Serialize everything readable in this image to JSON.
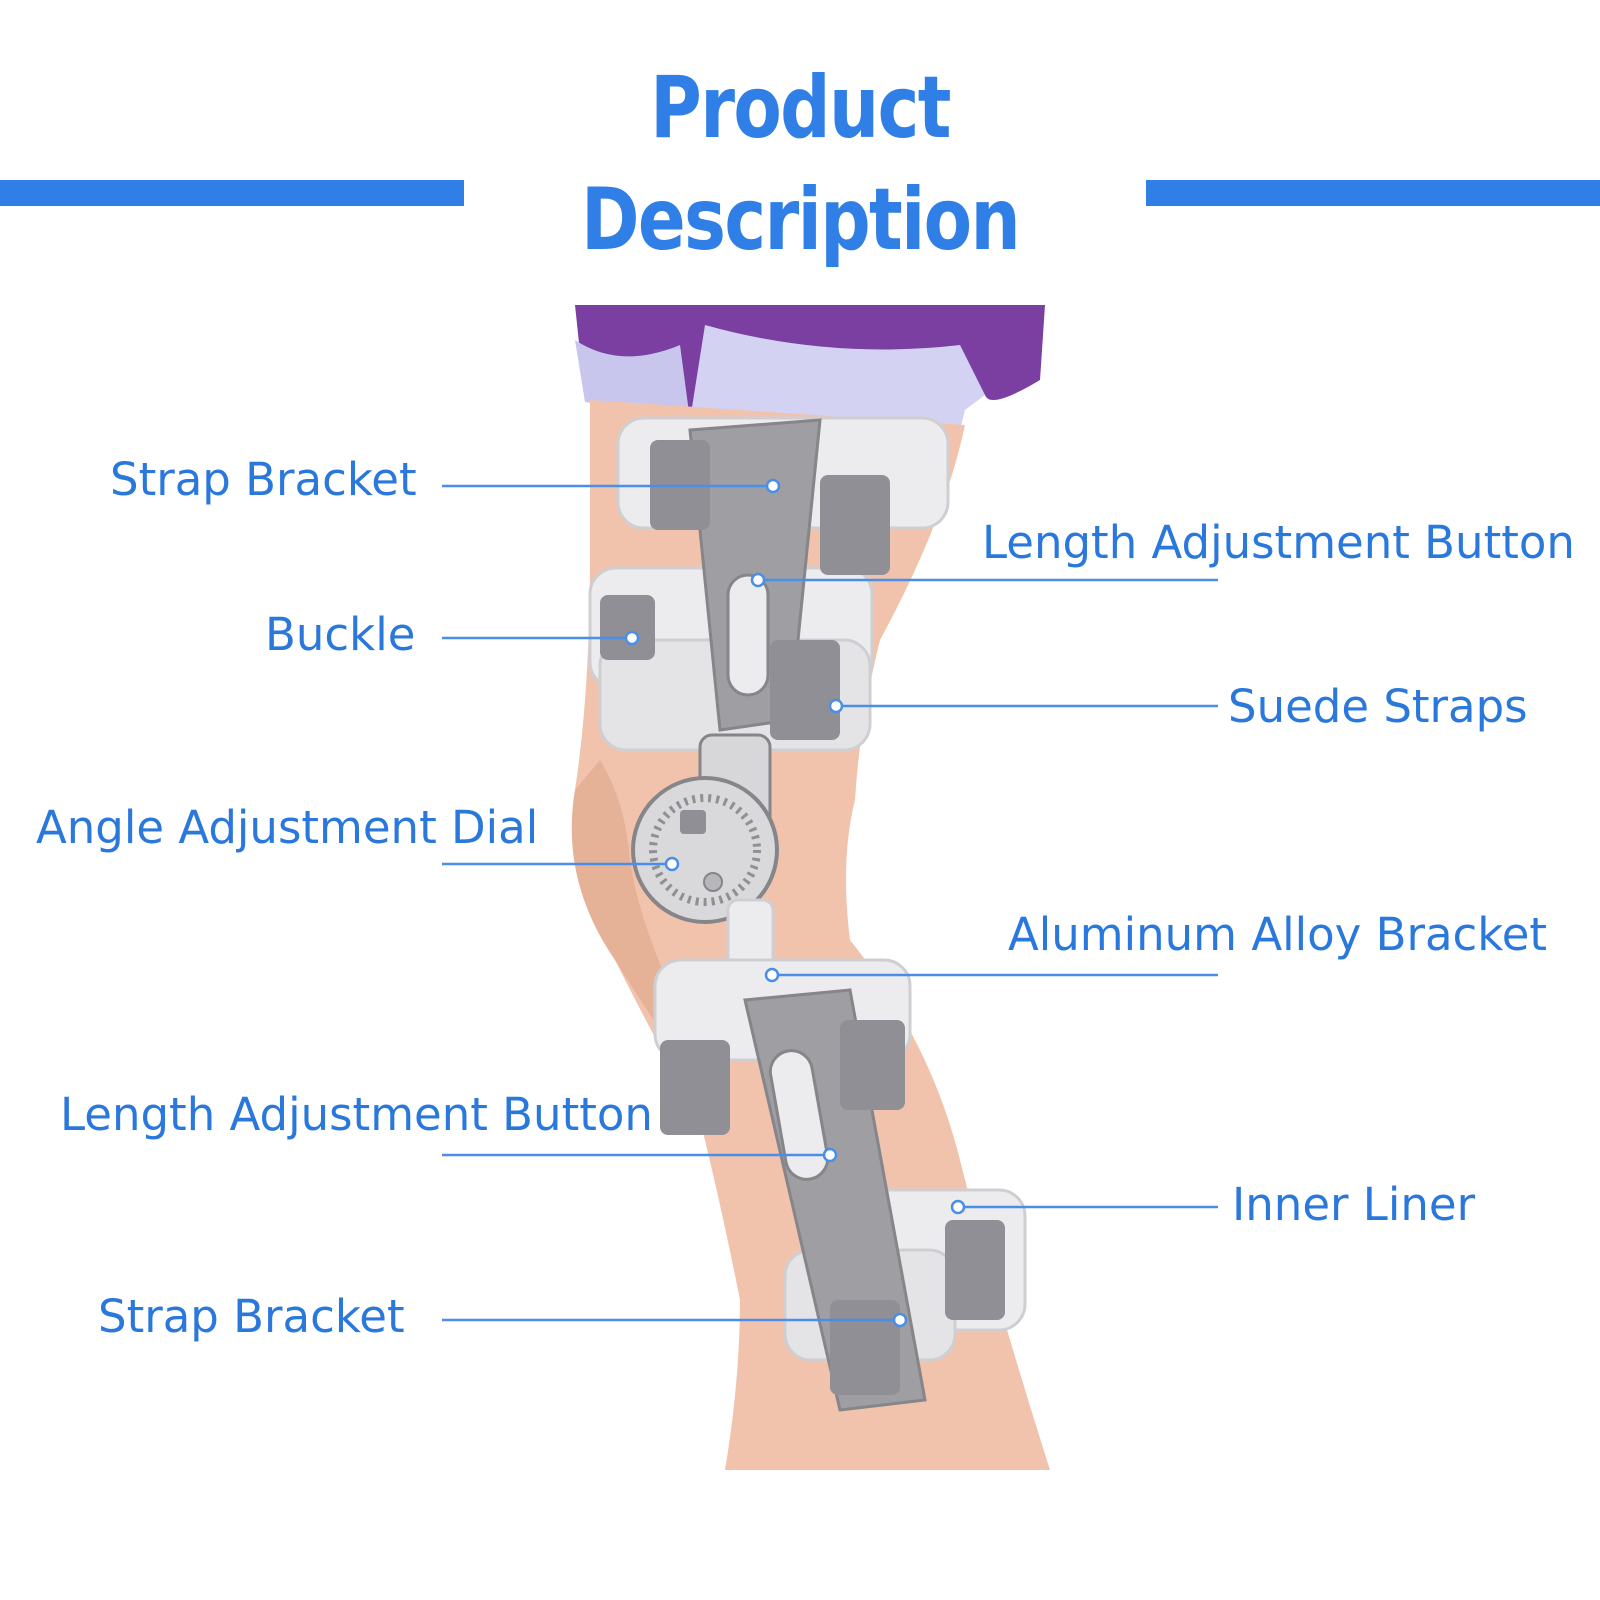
{
  "header": {
    "title_line1": "Product",
    "title_line2": "Description"
  },
  "colors": {
    "accent": "#2f7fe6",
    "label_text": "#2a78dc",
    "leader_line": "#4a8ee8",
    "shorts": "#7a3fa0",
    "skin": "#f1c3ac",
    "brace_gray": "#9e9ea3",
    "pad_white": "#ececee"
  },
  "callouts": [
    {
      "id": "strap-bracket-top",
      "label": "Strap Bracket"
    },
    {
      "id": "length-adjustment-button-top",
      "label": "Length Adjustment Button"
    },
    {
      "id": "buckle",
      "label": "Buckle"
    },
    {
      "id": "suede-straps",
      "label": "Suede Straps"
    },
    {
      "id": "angle-adjustment-dial",
      "label": "Angle Adjustment Dial"
    },
    {
      "id": "aluminum-alloy-bracket",
      "label": "Aluminum Alloy Bracket"
    },
    {
      "id": "length-adjustment-button-bottom",
      "label": "Length Adjustment Button"
    },
    {
      "id": "inner-liner",
      "label": "Inner Liner"
    },
    {
      "id": "strap-bracket-bottom",
      "label": "Strap Bracket"
    }
  ]
}
